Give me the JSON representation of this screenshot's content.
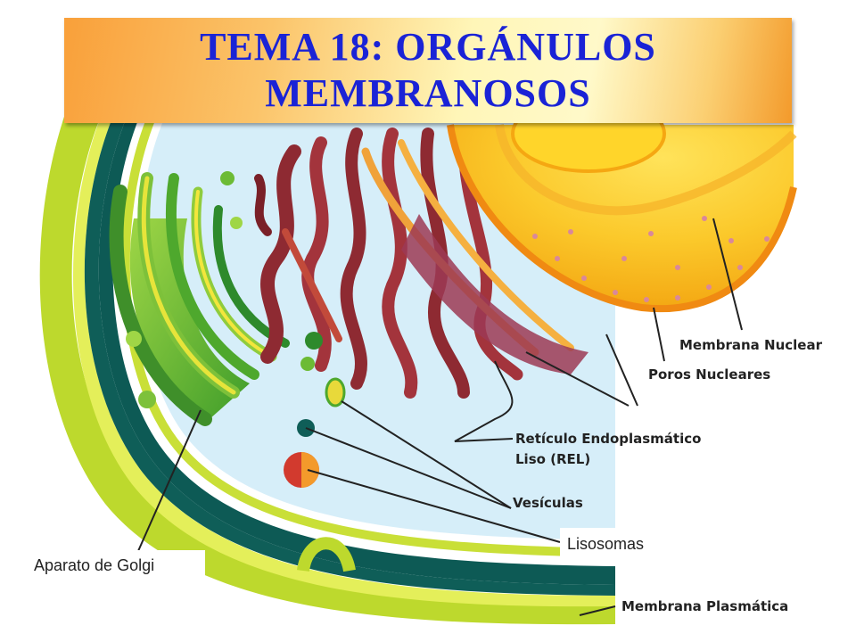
{
  "title": {
    "line1": "TEMA 18: ORGÁNULOS",
    "line2": "MEMBRANOSOS"
  },
  "labels": {
    "membrana_nuclear": "Membrana Nuclear",
    "poros_nucleares": "Poros Nucleares",
    "rel_line1": "Retículo Endoplasmático",
    "rel_line2": "Liso (REL)",
    "vesiculas": "Vesículas",
    "lisosomas": "Lisosomas",
    "aparato_golgi": "Aparato de Golgi",
    "membrana_plasmatica": "Membrana Plasmática"
  },
  "colors": {
    "title_text": "#1a23d6",
    "cytoplasm_wall": "#0d5a55",
    "cytoplasm": "#d6eef9",
    "membrane_outer": "#b9d72c",
    "golgi": "#5bb62c",
    "rer": "#8e2a32",
    "nucleus": "#f8bf22"
  }
}
